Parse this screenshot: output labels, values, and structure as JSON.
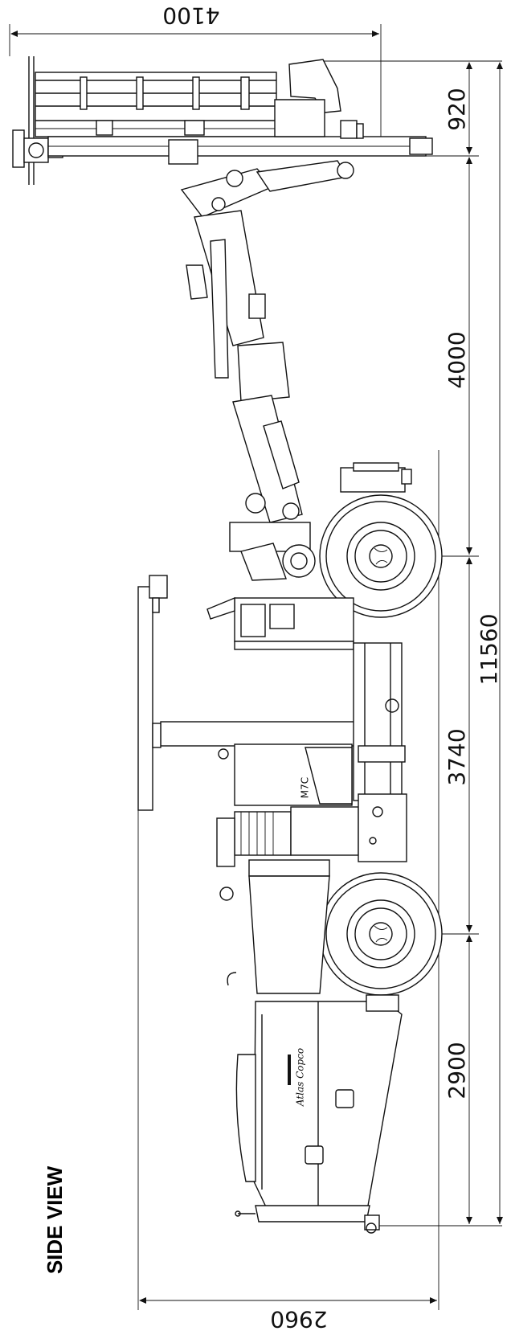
{
  "drawing": {
    "view_label": "SIDE VIEW",
    "brand": "Atlas Copco",
    "model": "M7C",
    "dimensions": {
      "top_width": "4100",
      "bottom_width": "2960",
      "total_length": "11560",
      "segment_boom_tip": "920",
      "segment_boom": "4000",
      "segment_wheelbase": "3740",
      "segment_rear": "2900"
    }
  }
}
